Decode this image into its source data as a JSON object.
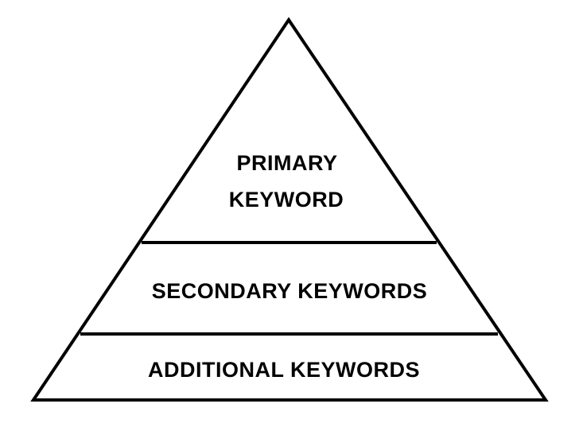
{
  "diagram": {
    "type": "pyramid",
    "tiers": [
      {
        "lines": [
          "PRIMARY",
          "KEYWORD"
        ]
      },
      {
        "lines": [
          "SECONDARY KEYWORDS"
        ]
      },
      {
        "lines": [
          "ADDITIONAL KEYWORDS"
        ]
      }
    ],
    "colors": {
      "stroke": "#000000",
      "fill": "#ffffff",
      "text": "#000000"
    }
  }
}
